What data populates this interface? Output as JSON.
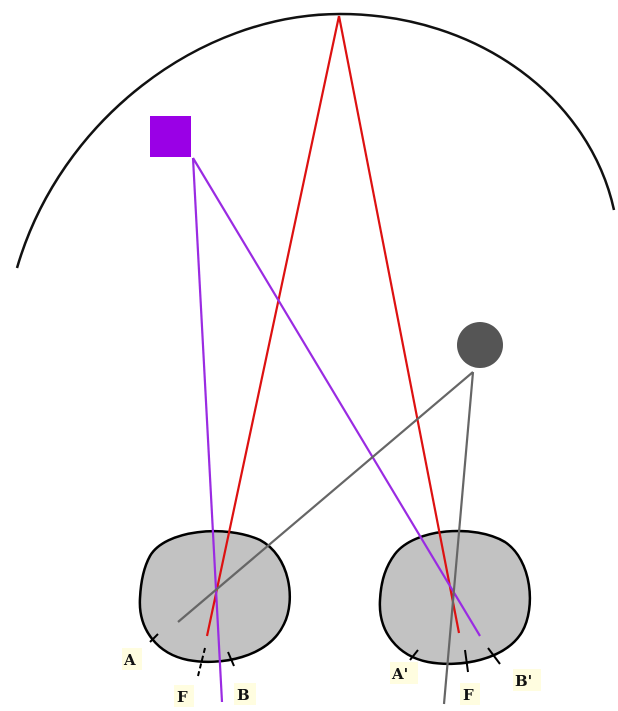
{
  "labels": {
    "left_A": "A",
    "left_F": "F",
    "left_B": "B",
    "right_A": "A'",
    "right_F": "F",
    "right_B": "B'"
  },
  "colors": {
    "background": "#ffffff",
    "sky_arc": "#111111",
    "red_rays": "#dd1111",
    "purple_rays": "#9a2be2",
    "purple_object": "#9a00e6",
    "gray_rays": "#666666",
    "gray_object": "#555555",
    "eye_fill": "#c2c2c2",
    "eye_outline": "#000000",
    "label_highlight": "#fffde0"
  },
  "icons": {
    "square_object": "purple-square",
    "circle_object": "dark-gray-circle",
    "eyes": "eyeball-cross-section"
  }
}
